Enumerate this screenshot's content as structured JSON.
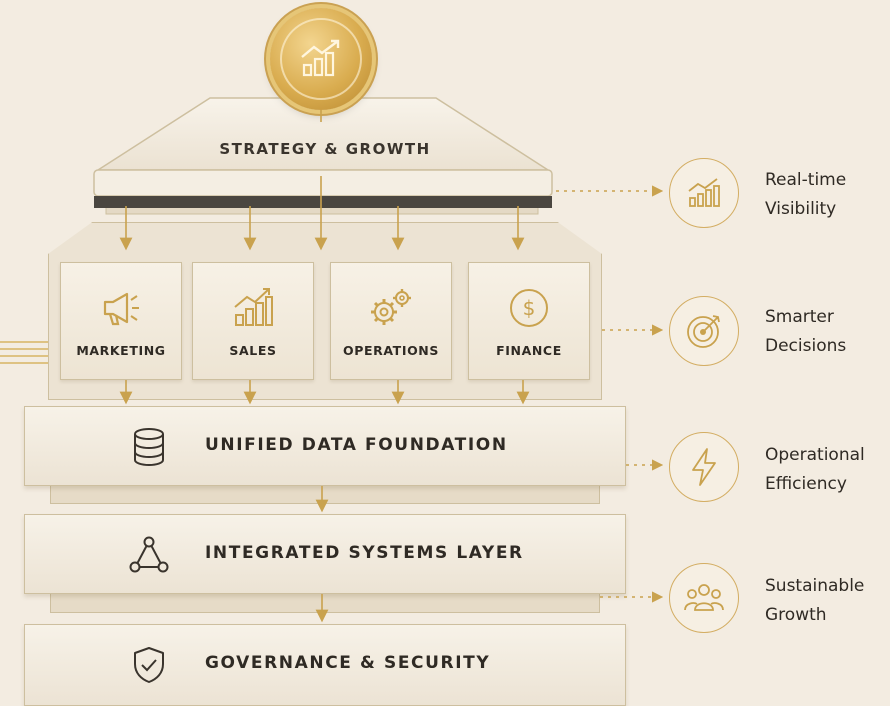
{
  "roof": {
    "title": "STRATEGY & GROWTH",
    "icon": "growth-chart-icon"
  },
  "departments": [
    {
      "label": "MARKETING",
      "icon": "megaphone-icon"
    },
    {
      "label": "SALES",
      "icon": "bar-chart-icon"
    },
    {
      "label": "OPERATIONS",
      "icon": "gears-icon"
    },
    {
      "label": "FINANCE",
      "icon": "dollar-icon"
    }
  ],
  "layers": [
    {
      "label": "UNIFIED DATA FOUNDATION",
      "icon": "database-icon"
    },
    {
      "label": "INTEGRATED SYSTEMS LAYER",
      "icon": "network-icon"
    },
    {
      "label": "GOVERNANCE & SECURITY",
      "icon": "shield-check-icon"
    }
  ],
  "benefits": [
    {
      "line1": "Real-time",
      "line2": "Visibility",
      "icon": "growth-chart-icon"
    },
    {
      "line1": "Smarter",
      "line2": "Decisions",
      "icon": "target-icon"
    },
    {
      "line1": "Operational",
      "line2": "Efficiency",
      "icon": "lightning-icon"
    },
    {
      "line1": "Sustainable",
      "line2": "Growth",
      "icon": "people-icon"
    }
  ],
  "colors": {
    "gold": "#c9a24e",
    "background": "#f3ece1",
    "panel": "#f2ebde",
    "border": "#cdbf9f",
    "text": "#2f2a24"
  }
}
